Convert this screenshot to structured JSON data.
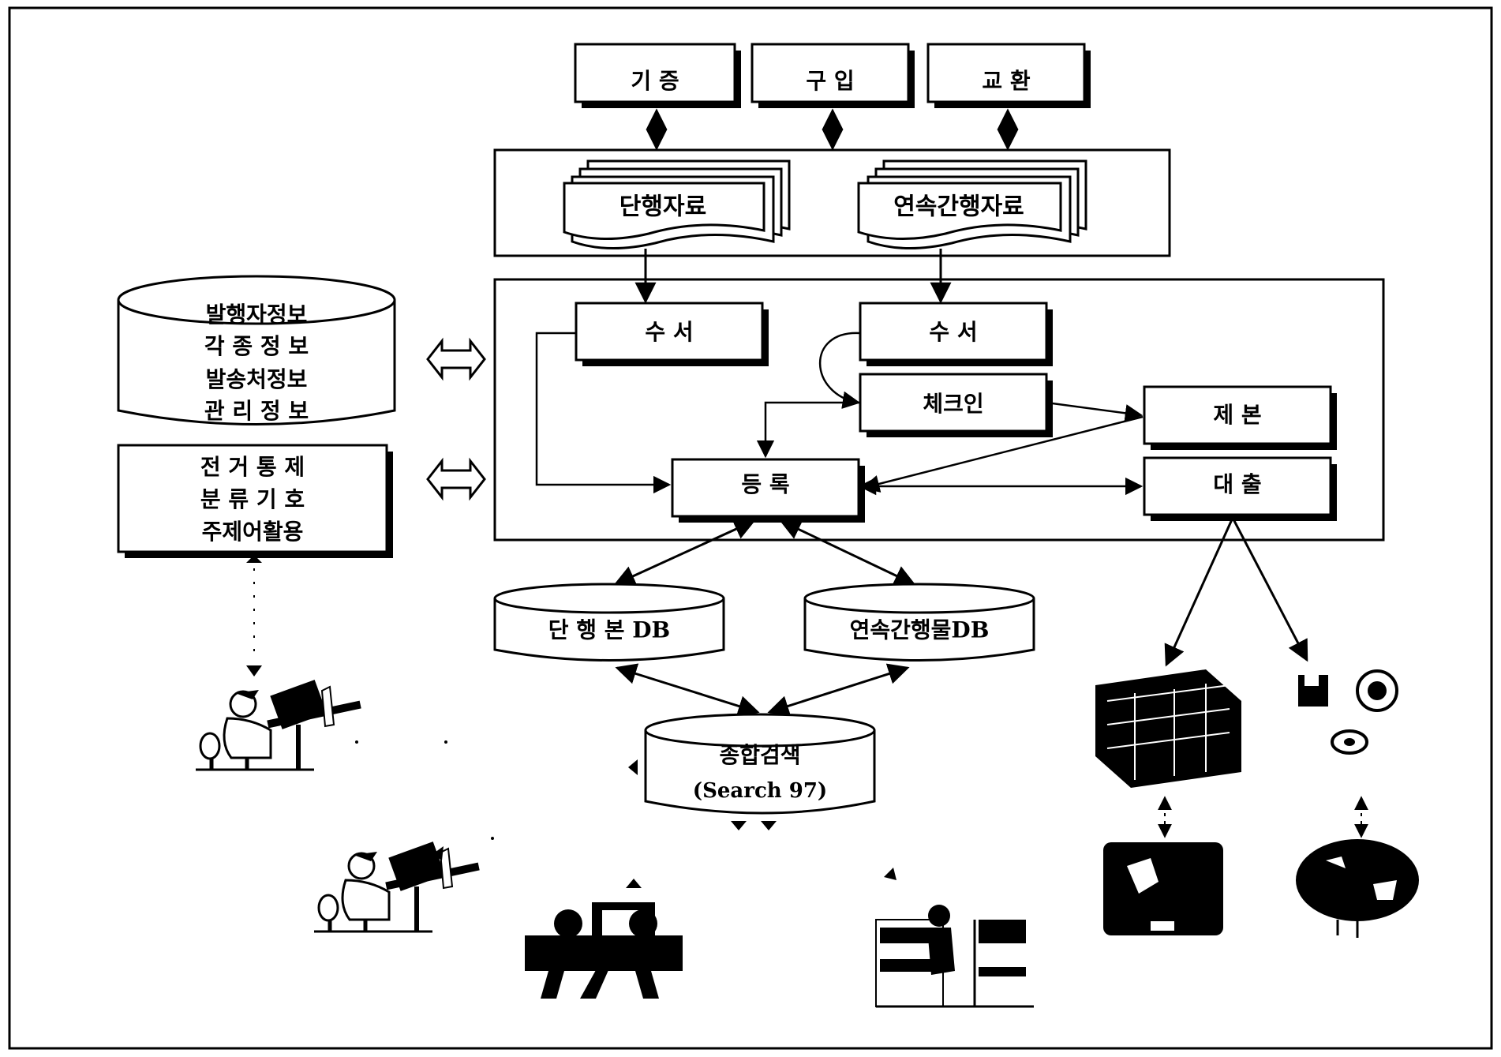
{
  "sources": {
    "donation": "기  증",
    "purchase": "구  입",
    "exchange": "교  환"
  },
  "material_types": {
    "monograph": "단행자료",
    "serial": "연속간행자료"
  },
  "workflow": {
    "receipt_monograph": "수  서",
    "receipt_serial": "수  서",
    "check_in": "체크인",
    "binding": "제  본",
    "registration": "등  록",
    "circulation": "대  출"
  },
  "info_db": {
    "lines": [
      "발행자정보",
      "각 종 정 보",
      "발송처정보",
      "관 리 정 보"
    ]
  },
  "authority": {
    "lines": [
      "전 거 통 제",
      "분 류 기 호",
      "주제어활용"
    ]
  },
  "databases": {
    "monograph_db": "단 행 본  DB",
    "serial_db": "연속간행물DB",
    "integrated_search_line1": "종합검색",
    "integrated_search_line2": "(Search 97)"
  },
  "colors": {
    "line": "#000000",
    "shadow": "#000000",
    "background": "#ffffff"
  }
}
